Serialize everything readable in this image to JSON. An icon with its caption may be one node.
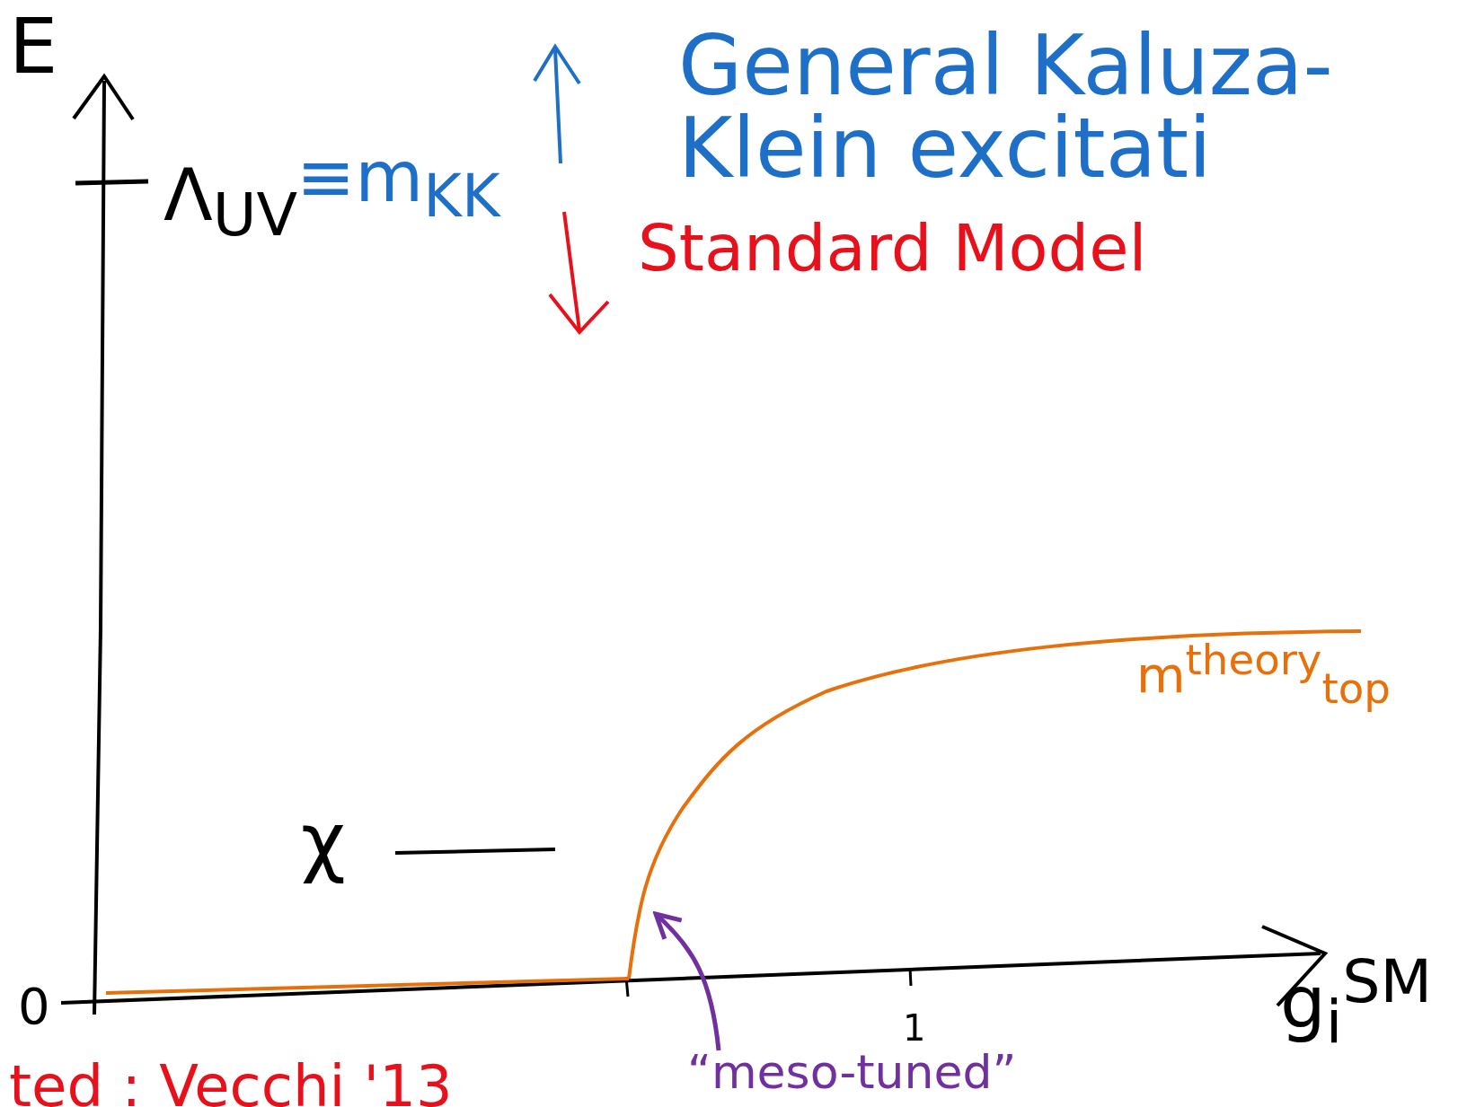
{
  "diagram": {
    "nodes": [
      {
        "text": [
          "“meso-tuned”"
        ]
      },
      {
        "text": [],
        "shape": "line"
      }
    ],
    "edges": [
      {
        "from": 0,
        "to": 1,
        "arrow": "to"
      }
    ],
    "labels": [
      "E",
      "General Kaluza- Klein excitati",
      "Λ$_{UV}$",
      "≡m$_{KK}$",
      "Standard Model",
      "m$^{theory}$$_{top}$",
      "χ",
      "0",
      "1",
      "g$_{i}$$^{SM}$",
      "ted : Vecchi '13"
    ]
  }
}
